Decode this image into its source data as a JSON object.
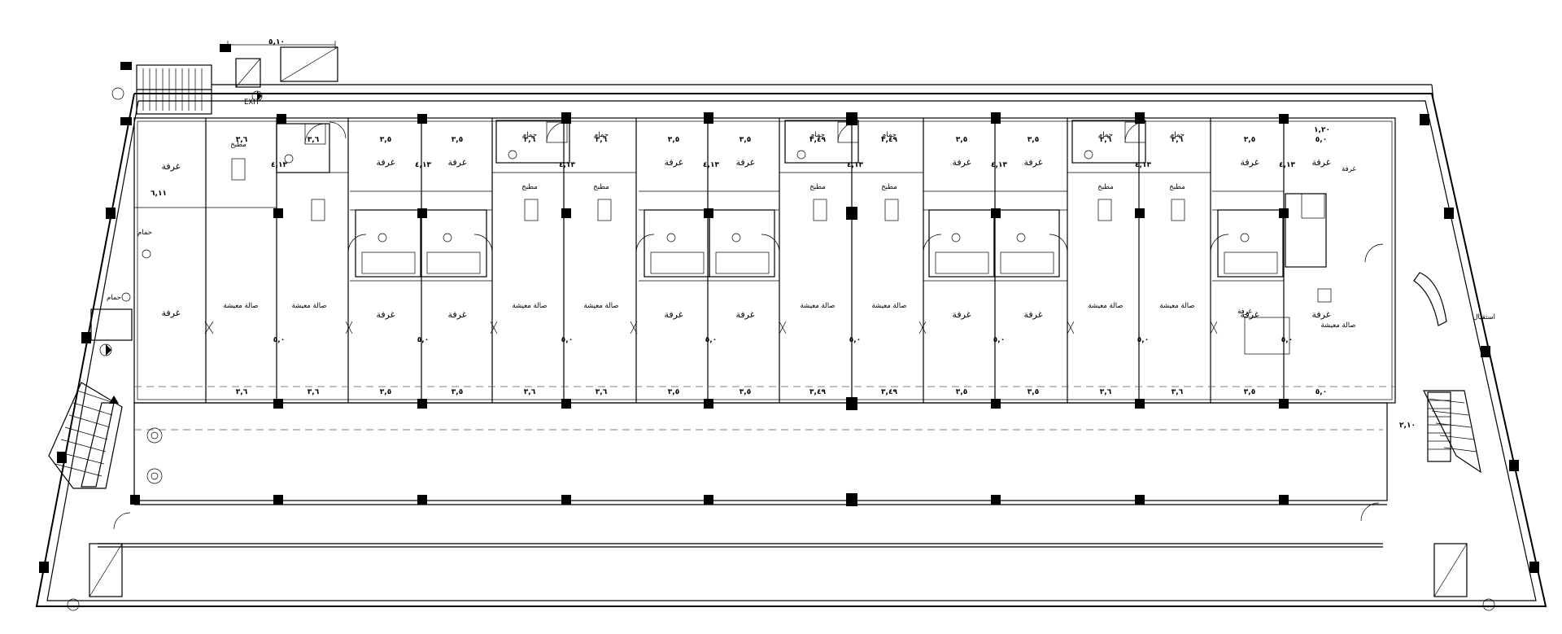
{
  "labels": {
    "exit": "EXIT",
    "reception": "استقبال",
    "living_right": "صالة معيشة"
  },
  "rooms": {
    "bedroom": "غرفة",
    "living": "صالة معيشة",
    "kitchen": "مطبخ",
    "bath": "حمام"
  },
  "bays": [
    {
      "left": "٣,٦",
      "right": "٣,٦"
    },
    {
      "left": "٣,٥",
      "right": "٣,٥"
    },
    {
      "left": "٣,٦",
      "right": "٣,٦"
    },
    {
      "left": "٣,٥",
      "right": "٣,٥"
    },
    {
      "left": "٣,٤٩",
      "right": "٣,٤٩"
    },
    {
      "left": "٣,٥",
      "right": "٣,٥"
    },
    {
      "left": "٣,٦",
      "right": "٣,٦"
    },
    {
      "left": "٣,٥",
      "right": "٥,٠"
    }
  ],
  "dimensions": {
    "top_overall": "٥,١٠",
    "depth_room": "٤,١٣",
    "depth_living": "٥,٠",
    "side_left": "٦,١١",
    "corridor": "٢,١٠",
    "top_right": "١,٢٠"
  },
  "icons": [
    "column-marker",
    "door-swing-icon",
    "toilet-icon",
    "shower-icon",
    "stair-icon",
    "plant-icon",
    "north-symbol-icon"
  ]
}
